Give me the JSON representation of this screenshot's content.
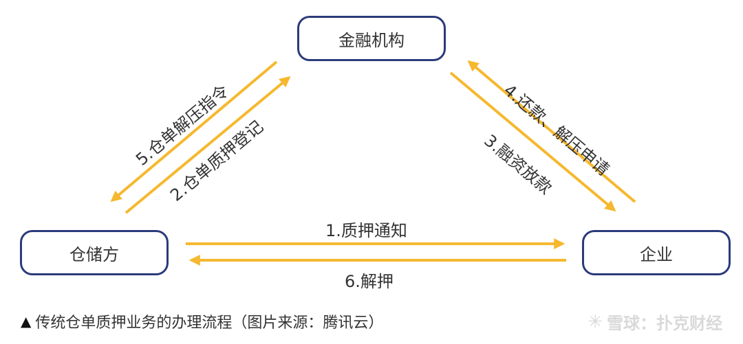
{
  "nodes": {
    "financial": "金融机构",
    "storage": "仓储方",
    "enterprise": "企业"
  },
  "edges": {
    "e1": "1.质押通知",
    "e2": "2.仓单质押登记",
    "e3": "3.融资放款",
    "e4": "4.还款、解压申请",
    "e5": "5.仓单解压指令",
    "e6": "6.解押"
  },
  "caption": {
    "icon": "up-arrow-icon",
    "text": "传统仓单质押业务的办理流程（图片来源：腾讯云）"
  },
  "watermark": {
    "icon": "snowball-logo-icon",
    "text": "雪球：扑克财经"
  },
  "colors": {
    "arrow": "#f5b82e",
    "node_border": "#2b3a7a"
  }
}
